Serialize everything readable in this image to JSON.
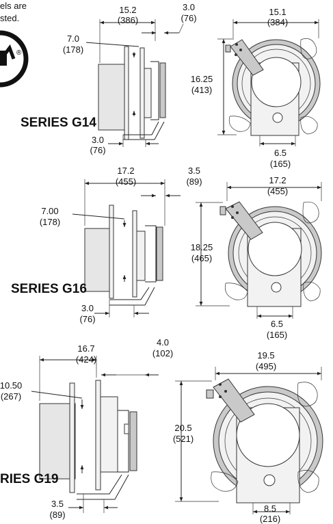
{
  "note": {
    "line1": "els are",
    "line2": "sted."
  },
  "logo": {
    "registered_mark": "®"
  },
  "g14": {
    "series_label": "SERIES G14",
    "side_overall": {
      "in": "15.2",
      "mm": "(386)"
    },
    "side_depth": {
      "in": "3.0",
      "mm": "(76)"
    },
    "side_offset": {
      "in": "7.0",
      "mm": "(178)"
    },
    "side_bottom": {
      "in": "3.0",
      "mm": "(76)"
    },
    "front_width": {
      "in": "15.1",
      "mm": "(384)"
    },
    "front_height": {
      "in": "16.25",
      "mm": "(413)"
    },
    "front_base": {
      "in": "6.5",
      "mm": "(165)"
    }
  },
  "g16": {
    "series_label": "SERIES G16",
    "side_overall": {
      "in": "17.2",
      "mm": "(455)"
    },
    "side_depth": {
      "in": "3.5",
      "mm": "(89)"
    },
    "side_offset": {
      "in": "7.00",
      "mm": "(178)"
    },
    "side_bottom": {
      "in": "3.0",
      "mm": "(76)"
    },
    "front_width": {
      "in": "17.2",
      "mm": "(455)"
    },
    "front_height": {
      "in": "18.25",
      "mm": "(465)"
    },
    "front_base": {
      "in": "6.5",
      "mm": "(165)"
    }
  },
  "g19": {
    "series_label": "RIES G19",
    "side_overall": {
      "in": "16.7",
      "mm": "(424)"
    },
    "side_depth": {
      "in": "4.0",
      "mm": "(102)"
    },
    "side_offset": {
      "in": "10.50",
      "mm": "(267)"
    },
    "side_bottom": {
      "in": "3.5",
      "mm": "(89)"
    },
    "front_width": {
      "in": "19.5",
      "mm": "(495)"
    },
    "front_height": {
      "in": "20.5",
      "mm": "(521)"
    },
    "front_base": {
      "in": "8.5",
      "mm": "(216)"
    }
  }
}
